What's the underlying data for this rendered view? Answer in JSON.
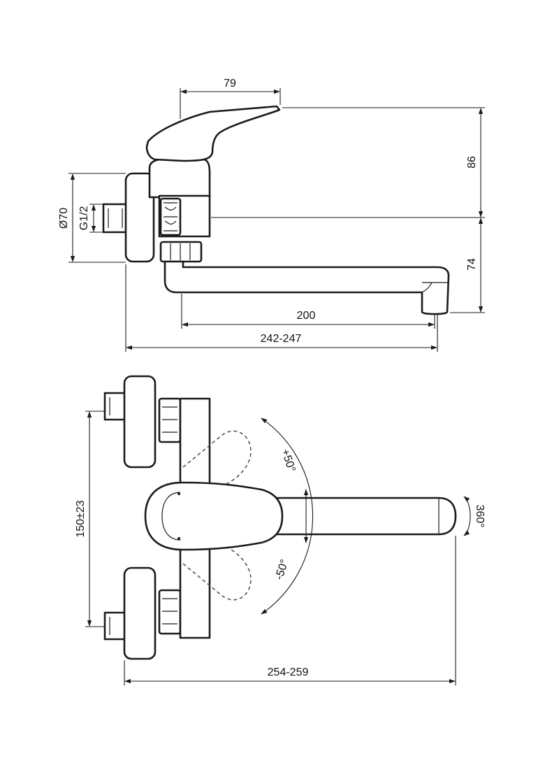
{
  "dimensions": {
    "lever_reach": "79",
    "height_lever": "86",
    "diameter_rosette": "Ø70",
    "thread": "G1/2",
    "height_spout": "74",
    "spout_length": "200",
    "total_length": "242-247",
    "center_distance": "150±23",
    "plan_length": "254-259",
    "rotation": "360°",
    "angle_plus": "+50°",
    "angle_minus": "-50°"
  }
}
